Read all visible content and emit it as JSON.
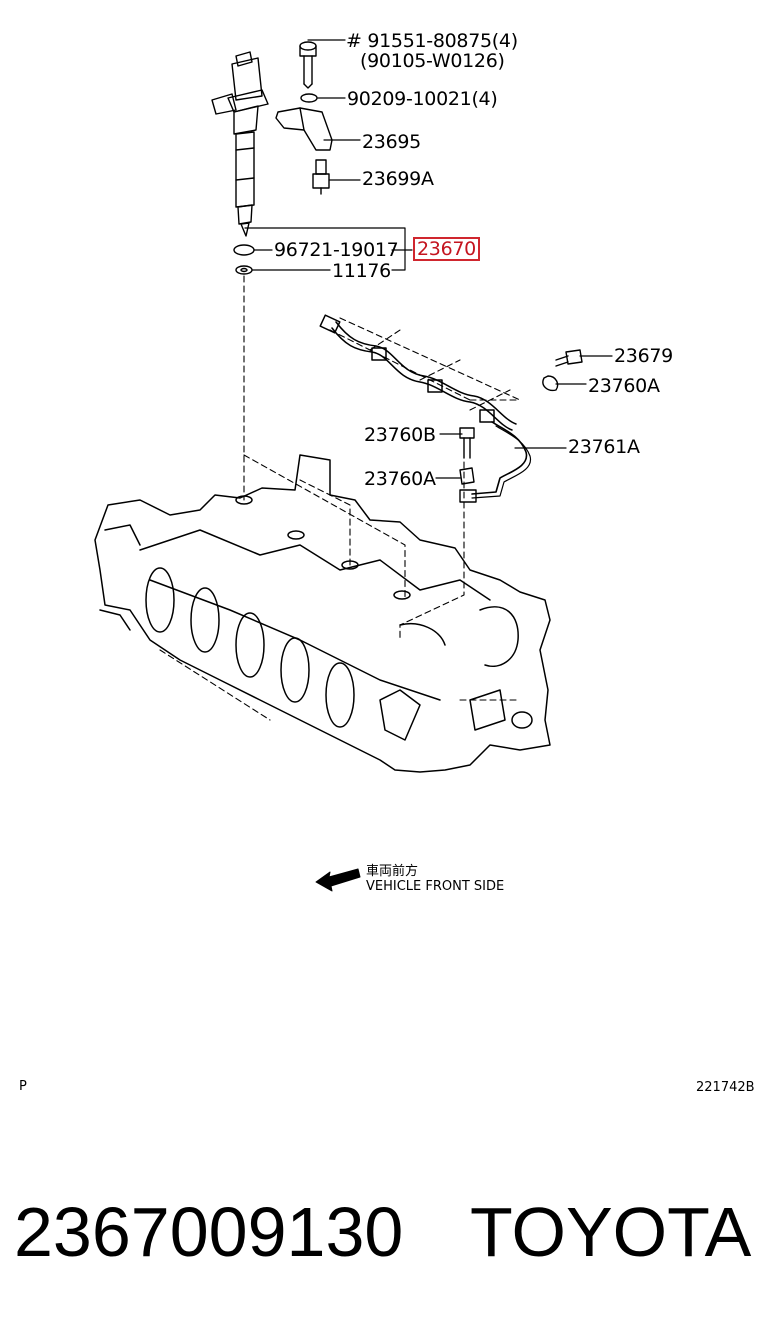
{
  "labels": {
    "l91551": "#  91551-80875(4)",
    "l90105": "(90105-W0126)",
    "l90209": "90209-10021(4)",
    "l23695": "23695",
    "l23699a": "23699A",
    "l96721": "96721-19017",
    "l23670": "23670",
    "l11176": "11176",
    "l23679": "23679",
    "l23760a_top": "23760A",
    "l23760b": "23760B",
    "l23761a": "23761A",
    "l23760a_mid": "23760A"
  },
  "caption": {
    "jp": "車両前方",
    "en": "VEHICLE FRONT SIDE"
  },
  "corner_left": "P",
  "corner_right": "221742B",
  "part_number": "2367009130",
  "brand": "TOYOTA",
  "colors": {
    "highlight": "#d0262e"
  }
}
